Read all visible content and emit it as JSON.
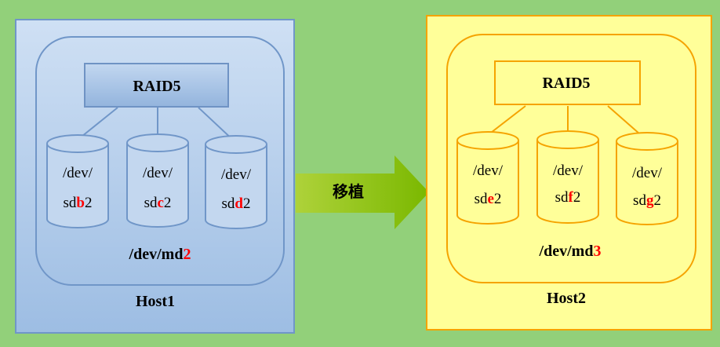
{
  "colors": {
    "background": "#92d07a",
    "host1_fill_top": "#cfe0f4",
    "host1_fill_bottom": "#9dbde3",
    "host1_border": "#7096c8",
    "host2_fill": "#ffff99",
    "host2_border": "#f5a300",
    "arrow_left": "#aed23a",
    "arrow_right": "#7ab800",
    "highlight": "#ff0000"
  },
  "arrow": {
    "label": "移植"
  },
  "host1": {
    "name": "Host1",
    "raid_label": "RAID5",
    "md": {
      "prefix": "/dev/md",
      "num": "2"
    },
    "disks": [
      {
        "line1": "/dev/",
        "pre": "sd",
        "hl": "b",
        "post": "2"
      },
      {
        "line1": "/dev/",
        "pre": "sd",
        "hl": "c",
        "post": "2"
      },
      {
        "line1": "/dev/",
        "pre": "sd",
        "hl": "d",
        "post": "2"
      }
    ]
  },
  "host2": {
    "name": "Host2",
    "raid_label": "RAID5",
    "md": {
      "prefix": "/dev/md",
      "num": "3"
    },
    "disks": [
      {
        "line1": "/dev/",
        "pre": "sd",
        "hl": "e",
        "post": "2"
      },
      {
        "line1": "/dev/",
        "pre": "sd",
        "hl": "f",
        "post": "2"
      },
      {
        "line1": "/dev/",
        "pre": "sd",
        "hl": "g",
        "post": "2"
      }
    ]
  }
}
